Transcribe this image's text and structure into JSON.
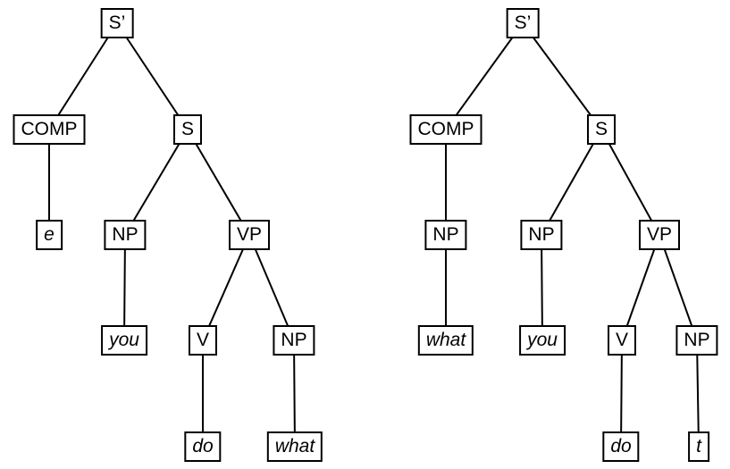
{
  "diagram": {
    "type": "syntax-trees",
    "line_color": "#000000",
    "box_border_color": "#000000",
    "box_fill_color": "#ffffff",
    "background_color": "#ffffff"
  },
  "trees": [
    {
      "nodes": [
        {
          "label": "S’",
          "italic": false
        },
        {
          "label": "COMP",
          "italic": false
        },
        {
          "label": "S",
          "italic": false
        },
        {
          "label": "e",
          "italic": true
        },
        {
          "label": "NP",
          "italic": false
        },
        {
          "label": "VP",
          "italic": false
        },
        {
          "label": "you",
          "italic": true
        },
        {
          "label": "V",
          "italic": false
        },
        {
          "label": "NP",
          "italic": false
        },
        {
          "label": "do",
          "italic": true
        },
        {
          "label": "what",
          "italic": true
        }
      ],
      "edges": [
        {
          "from": 0,
          "to": 1
        },
        {
          "from": 0,
          "to": 2
        },
        {
          "from": 1,
          "to": 3
        },
        {
          "from": 2,
          "to": 4
        },
        {
          "from": 2,
          "to": 5
        },
        {
          "from": 4,
          "to": 6
        },
        {
          "from": 5,
          "to": 7
        },
        {
          "from": 5,
          "to": 8
        },
        {
          "from": 7,
          "to": 9
        },
        {
          "from": 8,
          "to": 10
        }
      ]
    },
    {
      "nodes": [
        {
          "label": "S’",
          "italic": false
        },
        {
          "label": "COMP",
          "italic": false
        },
        {
          "label": "S",
          "italic": false
        },
        {
          "label": "NP",
          "italic": false
        },
        {
          "label": "NP",
          "italic": false
        },
        {
          "label": "VP",
          "italic": false
        },
        {
          "label": "what",
          "italic": true
        },
        {
          "label": "you",
          "italic": true
        },
        {
          "label": "V",
          "italic": false
        },
        {
          "label": "NP",
          "italic": false
        },
        {
          "label": "do",
          "italic": true
        },
        {
          "label": "t",
          "italic": true
        }
      ],
      "edges": [
        {
          "from": 0,
          "to": 1
        },
        {
          "from": 0,
          "to": 2
        },
        {
          "from": 1,
          "to": 3
        },
        {
          "from": 3,
          "to": 6
        },
        {
          "from": 2,
          "to": 4
        },
        {
          "from": 2,
          "to": 5
        },
        {
          "from": 4,
          "to": 7
        },
        {
          "from": 5,
          "to": 8
        },
        {
          "from": 5,
          "to": 9
        },
        {
          "from": 8,
          "to": 10
        },
        {
          "from": 9,
          "to": 11
        }
      ]
    }
  ]
}
